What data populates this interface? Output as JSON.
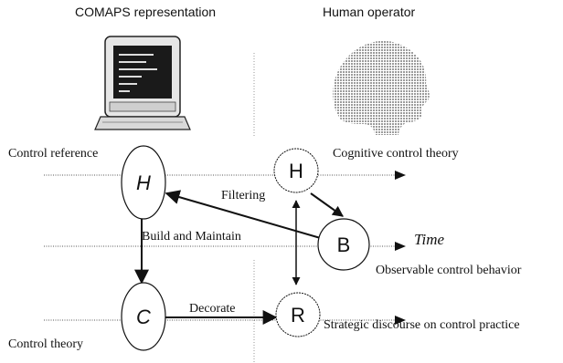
{
  "headers": {
    "left": "COMAPS representation",
    "right": "Human operator"
  },
  "labels": {
    "control_reference": "Control reference",
    "cognitive_control_theory": "Cognitive control theory",
    "filtering": "Filtering",
    "build_and_maintain": "Build and Maintain",
    "time": "Time",
    "observable_control_behavior": "Observable control behavior",
    "decorate": "Decorate",
    "strategic_discourse": "Strategic discourse on control practice",
    "control_theory": "Control theory"
  },
  "nodes": {
    "h_left": "H",
    "c_left": "C",
    "h_right": "H",
    "b_right": "B",
    "r_right": "R"
  },
  "icons": {
    "computer": "computer-monitor-icon",
    "operator": "human-head-icon"
  }
}
